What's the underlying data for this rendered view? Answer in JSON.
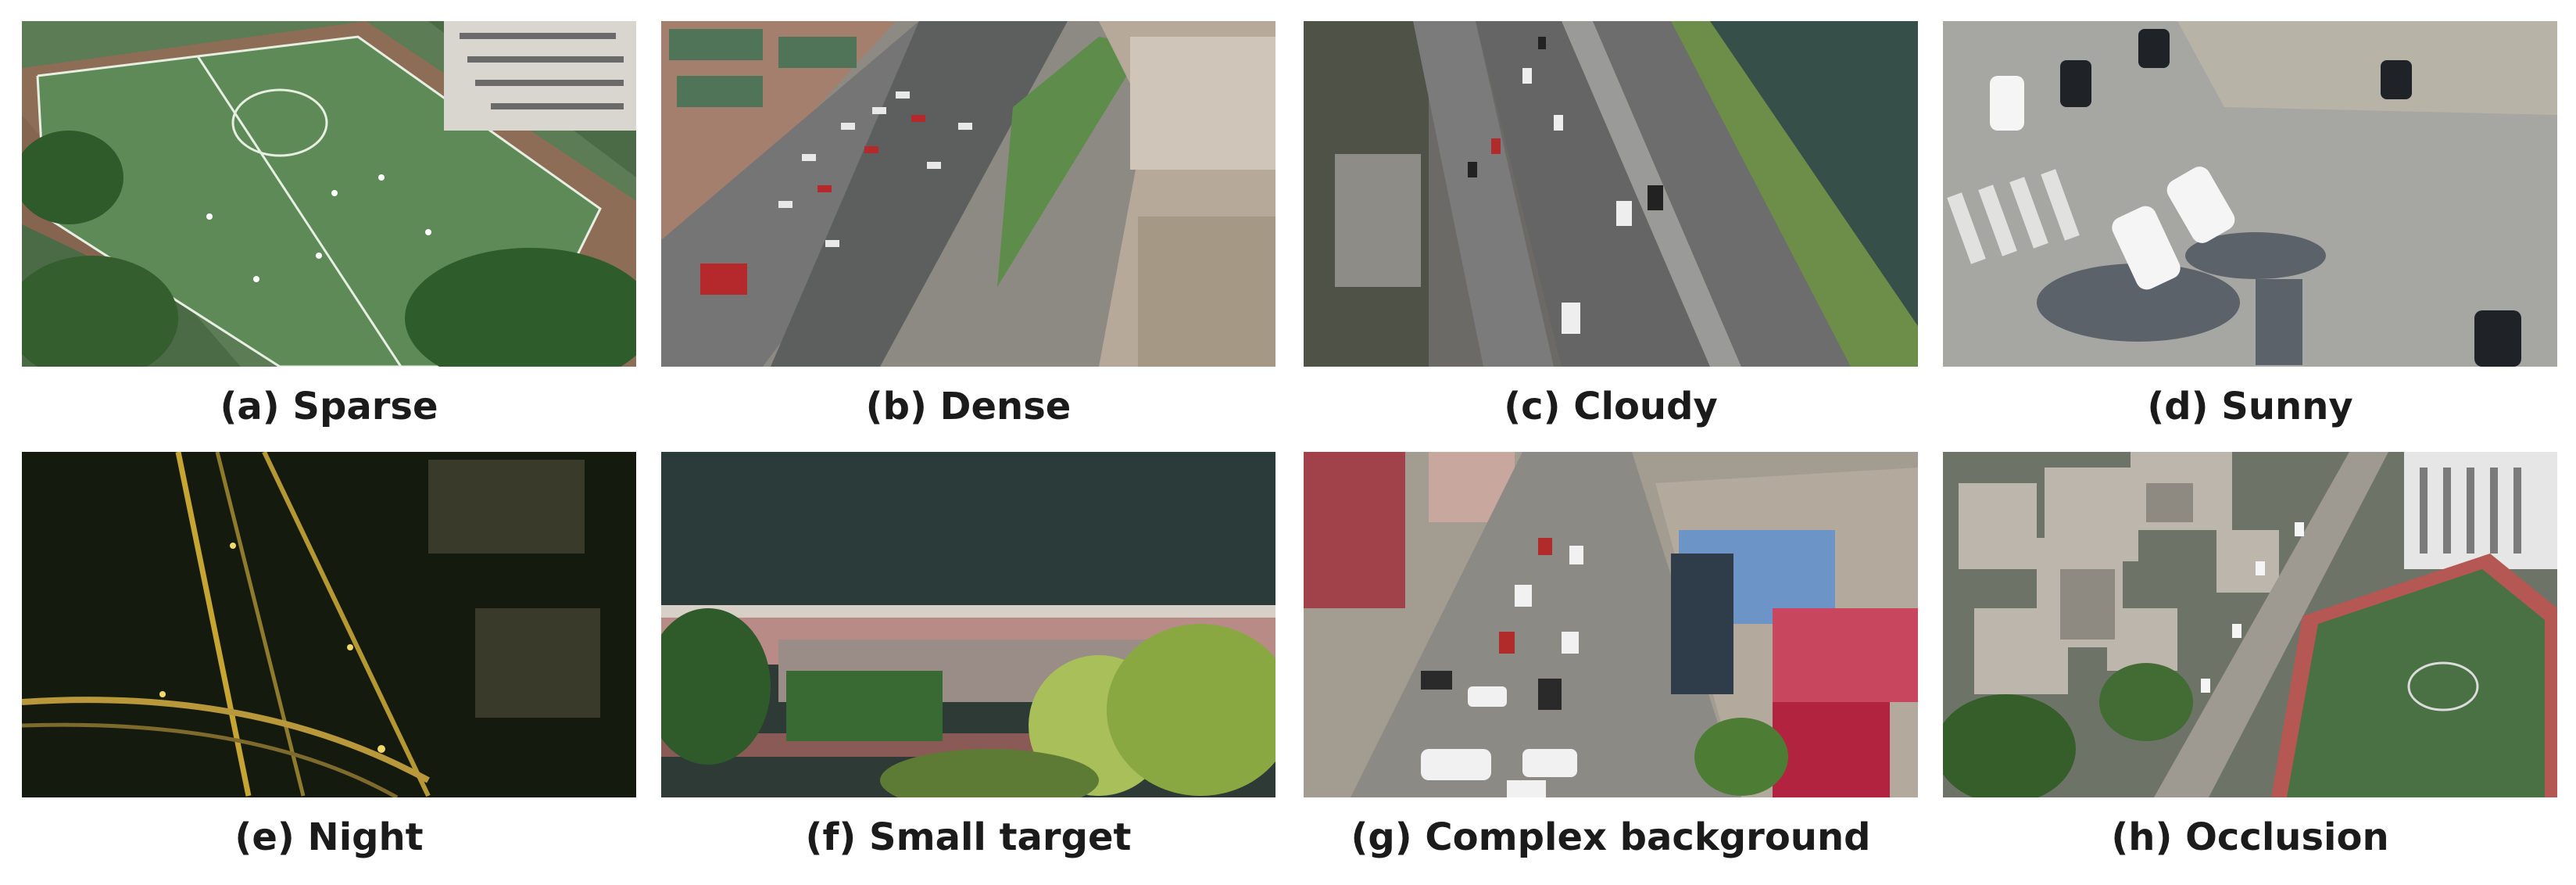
{
  "panels": [
    {
      "caption": "(a) Sparse"
    },
    {
      "caption": "(b) Dense"
    },
    {
      "caption": "(c) Cloudy"
    },
    {
      "caption": "(d) Sunny"
    },
    {
      "caption": "(e) Night"
    },
    {
      "caption": "(f) Small target"
    },
    {
      "caption": "(g) Complex background"
    },
    {
      "caption": "(h) Occlusion"
    }
  ]
}
